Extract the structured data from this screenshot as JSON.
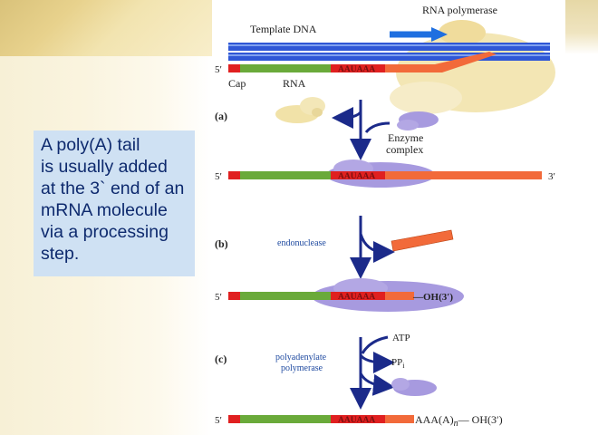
{
  "textbox": {
    "lines": [
      "A poly(A) tail",
      "is usually added",
      "at the 3` end of an",
      "mRNA molecule",
      "via  a processing",
      "step."
    ]
  },
  "diagram": {
    "template_dna_label": "Template DNA",
    "rna_polymerase_label": "RNA  polymerase",
    "cap_label": "Cap",
    "rna_label": "RNA",
    "five_prime": "5′",
    "three_prime": "3′",
    "signal_sequence": "AAUAAA",
    "step_a": "(a)",
    "step_b": "(b)",
    "step_c": "(c)",
    "enzyme_complex_line1": "Enzyme",
    "enzyme_complex_line2": "complex",
    "endonuclease": "endonuclease",
    "oh_end": "—OH(3′)",
    "atp": "ATP",
    "ppi": "PP",
    "ppi_sub": "i",
    "polyadenylate_line1": "polyadenylate",
    "polyadenylate_line2": "polymerase",
    "polya_prefix": "AAA(A)",
    "polya_n": "n",
    "polya_suffix": "— OH(3′)"
  },
  "colors": {
    "dna": "#2f57d6",
    "rna_green": "#6aaa3a",
    "rna_orange": "#f26a3a",
    "cap_red": "#e02020",
    "enzyme_purple": "#a79adf",
    "polymerase_tan": "#f0e0a8",
    "arrow_navy": "#1b2a8a",
    "label_blue": "#1f4aa0"
  }
}
